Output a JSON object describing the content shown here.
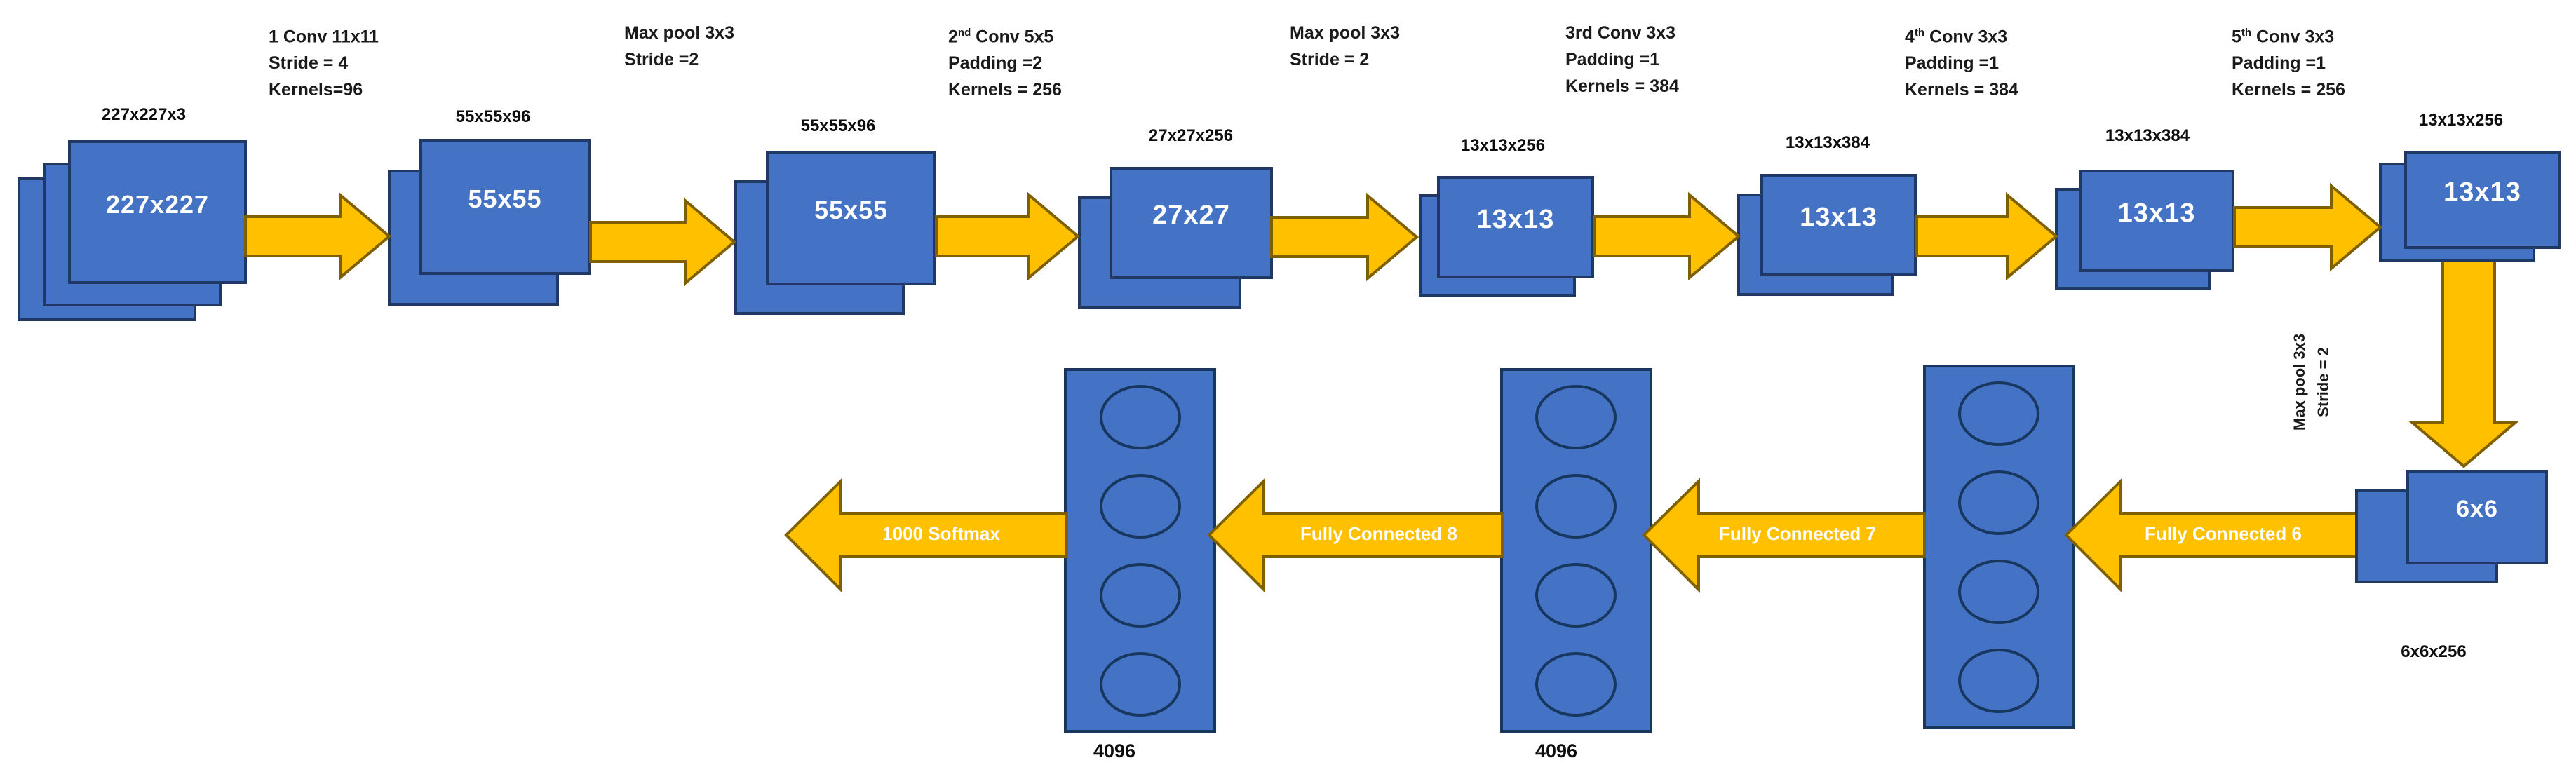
{
  "colors": {
    "box_fill": "#4472C4",
    "box_border": "#1F3864",
    "column_border": "#17375E",
    "arrow_fill": "#FFC000",
    "arrow_border": "#7F6000",
    "label_text": "#1A1A1A",
    "box_text": "#FFFFFF"
  },
  "net": {
    "operations": [
      {
        "lines": [
          {
            "pre": "1 Conv 11x11"
          },
          {
            "pre": "Stride = 4"
          },
          {
            "pre": "Kernels=96"
          }
        ]
      },
      {
        "lines": [
          {
            "pre": "Max pool 3x3"
          },
          {
            "pre": "Stride =2"
          }
        ]
      },
      {
        "lines": [
          {
            "pre": "2",
            "sup": "nd",
            "post": " Conv 5x5"
          },
          {
            "pre": "Padding =2"
          },
          {
            "pre": "Kernels = 256"
          }
        ]
      },
      {
        "lines": [
          {
            "pre": "Max pool 3x3"
          },
          {
            "pre": "Stride = 2"
          }
        ]
      },
      {
        "lines": [
          {
            "pre": "3rd Conv 3x3"
          },
          {
            "pre": "Padding =1"
          },
          {
            "pre": "Kernels = 384"
          }
        ]
      },
      {
        "lines": [
          {
            "pre": "4",
            "sup": "th",
            "post": " Conv 3x3"
          },
          {
            "pre": "Padding =1"
          },
          {
            "pre": "Kernels = 384"
          }
        ]
      },
      {
        "lines": [
          {
            "pre": "5",
            "sup": "th",
            "post": " Conv 3x3"
          },
          {
            "pre": "Padding =1"
          },
          {
            "pre": "Kernels = 256"
          }
        ]
      }
    ],
    "stacks": [
      {
        "dim": "227x227x3",
        "label": "227x227"
      },
      {
        "dim": "55x55x96",
        "label": "55x55"
      },
      {
        "dim": "55x55x96",
        "label": "55x55"
      },
      {
        "dim": "27x27x256",
        "label": "27x27"
      },
      {
        "dim": "13x13x256",
        "label": "13x13"
      },
      {
        "dim": "13x13x384",
        "label": "13x13"
      },
      {
        "dim": "13x13x384",
        "label": "13x13"
      },
      {
        "dim": "13x13x256",
        "label": "13x13"
      }
    ],
    "maxpool_vertical": {
      "line1": "Max pool 3x3",
      "line2": "Stride = 2"
    },
    "output": {
      "label": "6x6",
      "dim": "6x6x256"
    },
    "fc": {
      "arrow6": "Fully Connected 6",
      "arrow7": "Fully Connected 7",
      "arrow8": "Fully Connected 8",
      "softmax": "1000 Softmax",
      "sizes": [
        "4096",
        "4096"
      ]
    }
  }
}
